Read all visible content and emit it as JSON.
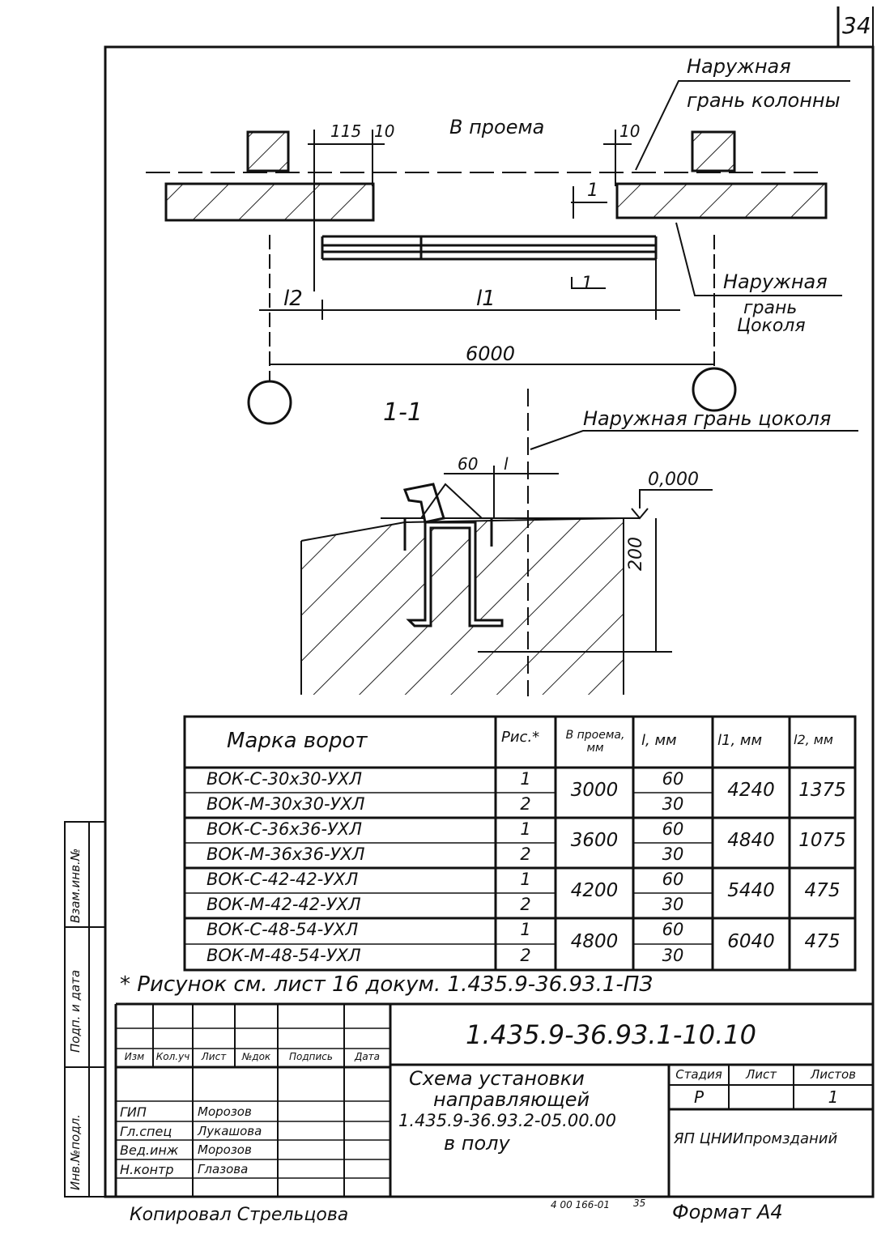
{
  "sheet_number": "34",
  "plan": {
    "label_outer_column_face": [
      "Наружная",
      "грань колонны"
    ],
    "label_opening": "В проема",
    "dim_115": "115",
    "dim_10_left": "10",
    "dim_10_right": "10",
    "section_mark": "1",
    "section_mark_lower": "1",
    "label_l2": "l2",
    "label_l1": "l1",
    "label_outer_plinth_face": [
      "Наружная",
      "грань",
      "Цоколя"
    ],
    "dim_6000": "6000"
  },
  "section": {
    "title": "1-1",
    "label_outer_plinth_face": "Наружная грань цоколя",
    "dim_60": "60",
    "dim_l": "l",
    "level": "0,000",
    "dim_200": "200"
  },
  "table": {
    "headers": [
      "Марка ворот",
      "Рис.*",
      "В проема, мм",
      "l, мм",
      "l1, мм",
      "l2, мм"
    ],
    "rows": [
      {
        "mark": "ВОК-С-30х30-УХЛ",
        "fig": "1",
        "opening": "3000",
        "l": "60",
        "l1": "4240",
        "l2": "1375"
      },
      {
        "mark": "ВОК-М-30х30-УХЛ",
        "fig": "2",
        "opening": "",
        "l": "30",
        "l1": "",
        "l2": ""
      },
      {
        "mark": "ВОК-С-36х36-УХЛ",
        "fig": "1",
        "opening": "3600",
        "l": "60",
        "l1": "4840",
        "l2": "1075"
      },
      {
        "mark": "ВОК-М-36х36-УХЛ",
        "fig": "2",
        "opening": "",
        "l": "30",
        "l1": "",
        "l2": ""
      },
      {
        "mark": "ВОК-С-42-42-УХЛ",
        "fig": "1",
        "opening": "4200",
        "l": "60",
        "l1": "5440",
        "l2": "475"
      },
      {
        "mark": "ВОК-М-42-42-УХЛ",
        "fig": "2",
        "opening": "",
        "l": "30",
        "l1": "",
        "l2": ""
      },
      {
        "mark": "ВОК-С-48-54-УХЛ",
        "fig": "1",
        "opening": "4800",
        "l": "60",
        "l1": "6040",
        "l2": "475"
      },
      {
        "mark": "ВОК-М-48-54-УХЛ",
        "fig": "2",
        "opening": "",
        "l": "30",
        "l1": "",
        "l2": ""
      }
    ],
    "footnote": "* Рисунок см. лист 16 докум. 1.435.9-36.93.1-ПЗ"
  },
  "side_stamp": [
    "Взам.инв.№",
    "Подп. и дата",
    "Инв.№подл."
  ],
  "title_block": {
    "doc_code": "1.435.9-36.93.1-10.10",
    "col_headers": [
      "Изм",
      "Кол.уч",
      "Лист",
      "№док",
      "Подпись",
      "Дата"
    ],
    "roles": [
      "ГИП",
      "Гл.спец",
      "Вед.инж",
      "Н.контр"
    ],
    "names": [
      "Морозов",
      "Лукашова",
      "Морозов",
      "Глазова"
    ],
    "title_lines": [
      "Схема установки",
      "направляющей",
      "1.435.9-36.93.2-05.00.00",
      "в полу"
    ],
    "stage_header": "Стадия",
    "sheet_header": "Лист",
    "sheets_header": "Листов",
    "stage": "Р",
    "sheets": "1",
    "org": "ЯП ЦНИИпромзданий"
  },
  "bottom": {
    "copied": "Копировал Стрельцова",
    "inv": "4 00 166-01",
    "page": "35",
    "format": "Формат А4"
  }
}
